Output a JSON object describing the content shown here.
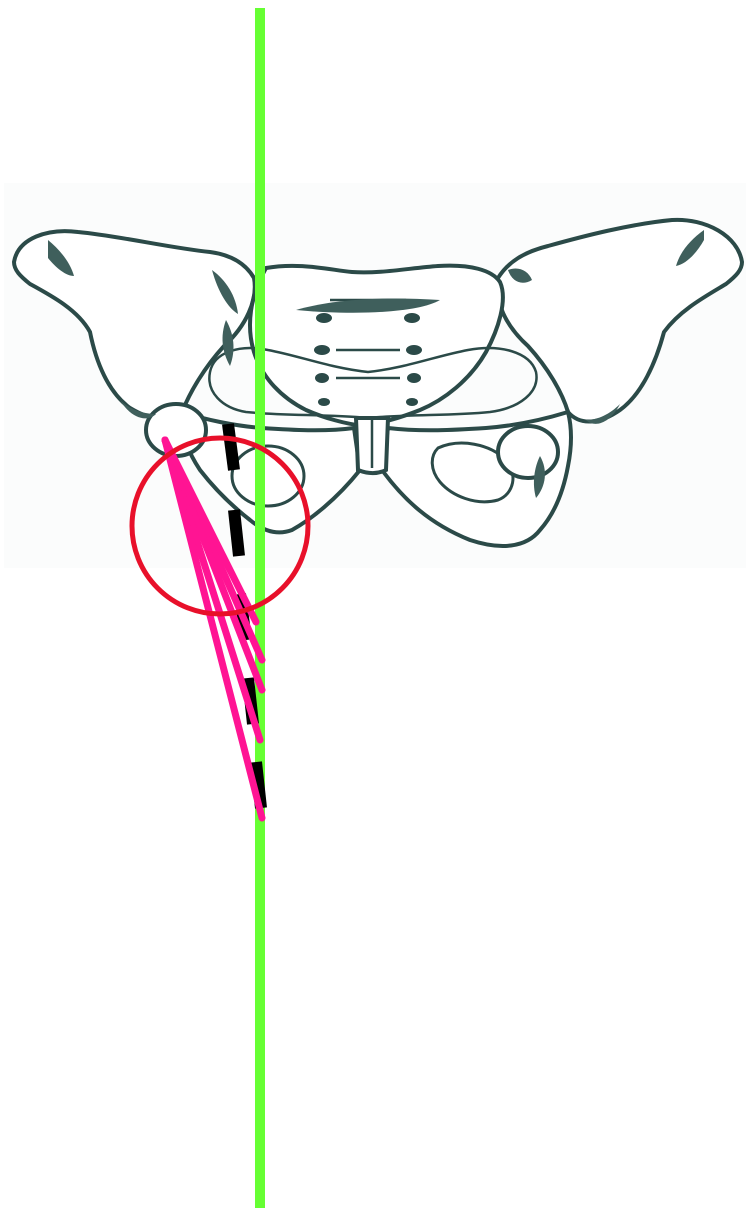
{
  "colors": {
    "background": "#ffffff",
    "image_panel": "#fbfcfc",
    "bone_outline": "#2b4a48",
    "bone_shade": "#3f5f5c",
    "bone_fill": "#ffffff",
    "midline": "#66ff33",
    "marker_circle": "#e8102a",
    "muscle_fibers": "#ff1493",
    "dashed_path": "#000000"
  },
  "figure": {
    "subject": "pelvis-anterior-view",
    "icons": [
      "pelvis-illustration",
      "vertical-reference-line",
      "highlight-circle",
      "muscle-fiber-lines",
      "dashed-line"
    ],
    "fiber_count": 5
  }
}
